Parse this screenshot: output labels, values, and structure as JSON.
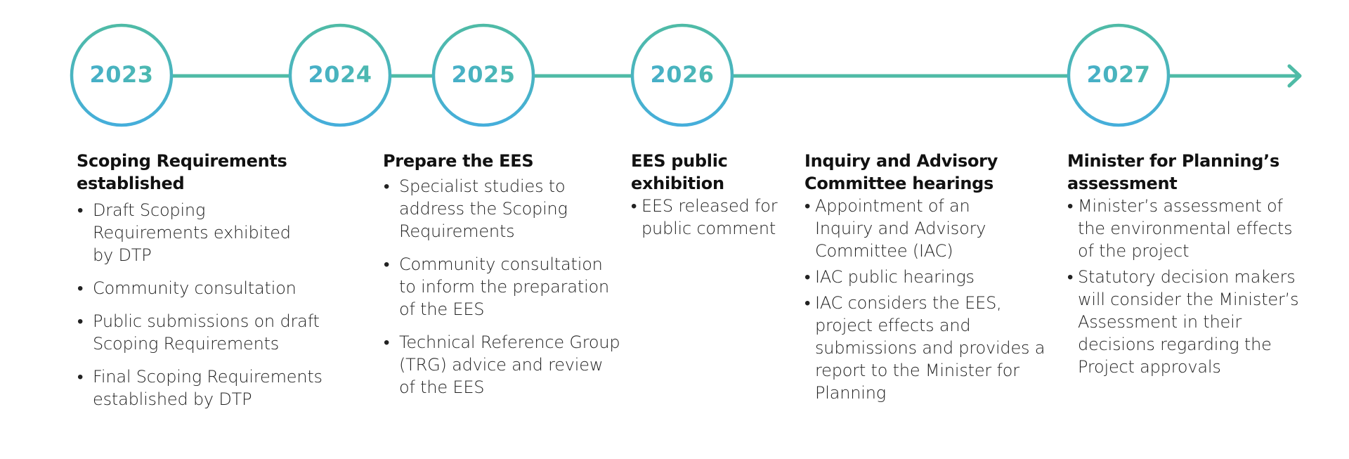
{
  "colors": {
    "line": "#4fbba6",
    "circle_top": "#4fbba6",
    "circle_bottom": "#45aedb",
    "year_left": "#44abd2",
    "year_right": "#4fbda6",
    "heading_text": "#111111",
    "body_text": "#222222"
  },
  "timeline": {
    "arrow_icon": "arrow-right",
    "milestones": [
      {
        "year": "2023"
      },
      {
        "year": "2024"
      },
      {
        "year": "2025"
      },
      {
        "year": "2026"
      },
      {
        "year": "2027"
      }
    ]
  },
  "stages": [
    {
      "title_line1": "Scoping Requirements",
      "title_line2": "established",
      "bullet_icon": "•",
      "items": [
        "Draft Scoping Requirements exhibited by DTP",
        "Community consultation",
        "Public submissions on draft Scoping Requirements",
        "Final Scoping Requirements established by DTP"
      ]
    },
    {
      "title_line1": "Prepare the EES",
      "title_line2": "",
      "bullet_icon": "•",
      "items": [
        "Specialist studies to address the Scoping Requirements",
        "Community consultation to inform the preparation of the EES",
        "Technical Reference Group (TRG) advice and review of the EES"
      ]
    },
    {
      "title_line1": "EES public",
      "title_line2": "exhibition",
      "bullet_icon": "•",
      "items": [
        "EES released for public comment"
      ]
    },
    {
      "title_line1": "Inquiry and Advisory",
      "title_line2": "Committee hearings",
      "bullet_icon": "•",
      "items": [
        "Appointment of an Inquiry and Advisory Committee (IAC)",
        "IAC public hearings",
        "IAC considers the EES, project effects and submissions and provides a report to the Minister for Planning"
      ]
    },
    {
      "title_line1": "Minister for Planning’s",
      "title_line2": "assessment",
      "bullet_icon": "•",
      "items": [
        "Minister’s assessment of the environmental effects of the project",
        "Statutory decision makers will consider the Minister’s Assessment in their decisions regarding the Project approvals"
      ]
    }
  ]
}
